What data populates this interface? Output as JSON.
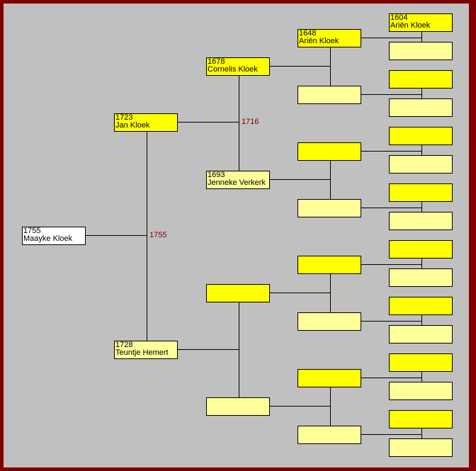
{
  "title": "Pedigree chart",
  "colors": {
    "father": "#ffff00",
    "mother": "#ffff99",
    "root": "#ffffff",
    "marriage": "#800000",
    "border": "#800000",
    "background": "#c0c0c0"
  },
  "persons": {
    "1": {
      "year": "1755",
      "name": "Maayke Kloek"
    },
    "2": {
      "year": "1723",
      "name": "Jan Kloek"
    },
    "3": {
      "year": "1728",
      "name": "Teuntje Hemert"
    },
    "4": {
      "year": "1678",
      "name": "Cornelis Kloek"
    },
    "5": {
      "year": "1693",
      "name": "Jenneke Verkerk"
    },
    "8": {
      "year": "1648",
      "name": "Ariën Kloek"
    },
    "16": {
      "year": "1604",
      "name": "Ariën Kloek"
    }
  },
  "marriages": {
    "1": "1755",
    "2": "1716"
  }
}
